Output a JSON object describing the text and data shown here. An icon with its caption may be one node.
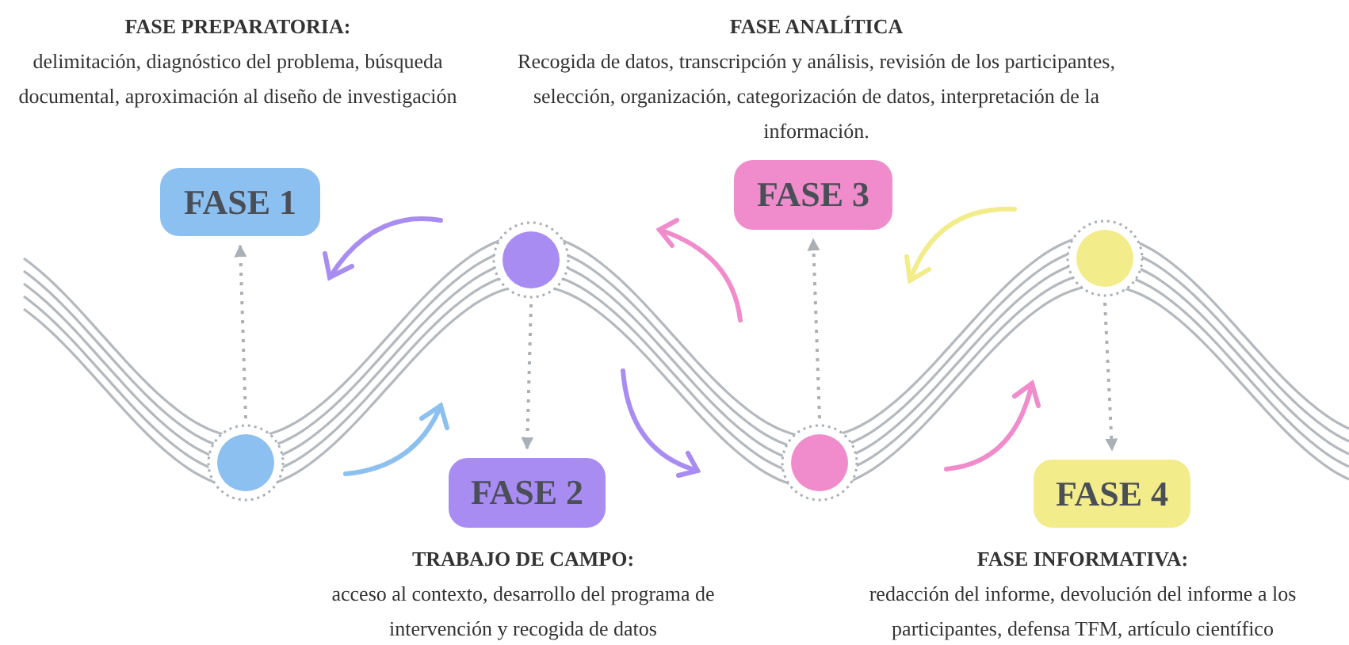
{
  "diagram": {
    "nodes": [
      {
        "text": [
          "FASE 1"
        ],
        "beside": [
          "FASE PREPARATORIA:",
          "delimitación, diagnóstico del problema, búsqueda documental, aproximación al diseño de investigación"
        ]
      },
      {
        "text": [
          "FASE 2"
        ],
        "beside": [
          "TRABAJO DE CAMPO:",
          "acceso al contexto, desarrollo del programa de intervención y recogida de datos"
        ]
      },
      {
        "text": [
          "FASE 3"
        ],
        "beside": [
          "FASE ANALÍTICA",
          "Recogida de datos, transcripción y análisis, revisión de los participantes, selección, organización, categorización de datos, interpretación de la información."
        ]
      },
      {
        "text": [
          "FASE 4"
        ],
        "beside": [
          "FASE INFORMATIVA:",
          "redacción del informe, devolución del informe a los participantes, defensa TFM, artículo científico"
        ]
      },
      {
        "text": [],
        "shape": "circle"
      },
      {
        "text": [],
        "shape": "circle"
      },
      {
        "text": [],
        "shape": "circle"
      },
      {
        "text": [],
        "shape": "circle"
      }
    ],
    "edges": [
      {
        "from": 4,
        "to": 0,
        "arrow": "to",
        "style": "dashed"
      },
      {
        "from": 5,
        "to": 1,
        "arrow": "to",
        "style": "dashed"
      },
      {
        "from": 6,
        "to": 2,
        "arrow": "to",
        "style": "dashed"
      },
      {
        "from": 7,
        "to": 3,
        "arrow": "to",
        "style": "dashed"
      }
    ]
  }
}
